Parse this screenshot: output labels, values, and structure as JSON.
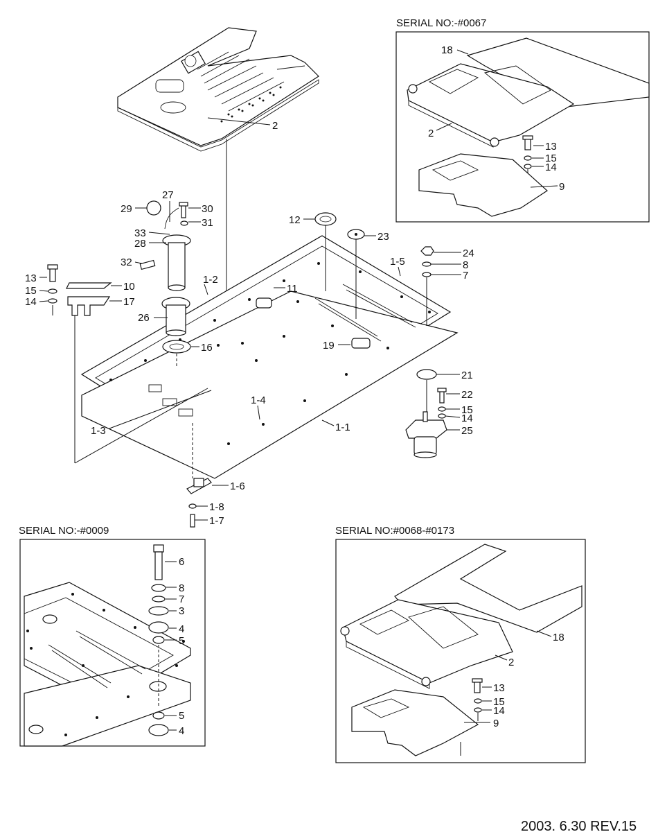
{
  "insets": {
    "top_right": {
      "header": "SERIAL NO:-#0067"
    },
    "bottom_left": {
      "header": "SERIAL NO:-#0009"
    },
    "bottom_right": {
      "header": "SERIAL NO:#0068-#0173"
    }
  },
  "footer": {
    "text": "2003. 6.30  REV.15"
  },
  "callouts": {
    "main": [
      "2",
      "27",
      "29",
      "30",
      "31",
      "33",
      "28",
      "32",
      "13",
      "15",
      "14",
      "10",
      "17",
      "26",
      "16",
      "1-2",
      "11",
      "12",
      "23",
      "24",
      "8",
      "7",
      "1-5",
      "19",
      "21",
      "22",
      "15",
      "14",
      "25",
      "1-4",
      "1-1",
      "1-3",
      "1-6",
      "1-8",
      "1-7"
    ],
    "top_right": [
      "18",
      "2",
      "13",
      "15",
      "14",
      "9"
    ],
    "bottom_left": [
      "6",
      "8",
      "7",
      "3",
      "4",
      "5",
      "5",
      "4"
    ],
    "bottom_right": [
      "18",
      "2",
      "13",
      "15",
      "14",
      "9"
    ]
  }
}
